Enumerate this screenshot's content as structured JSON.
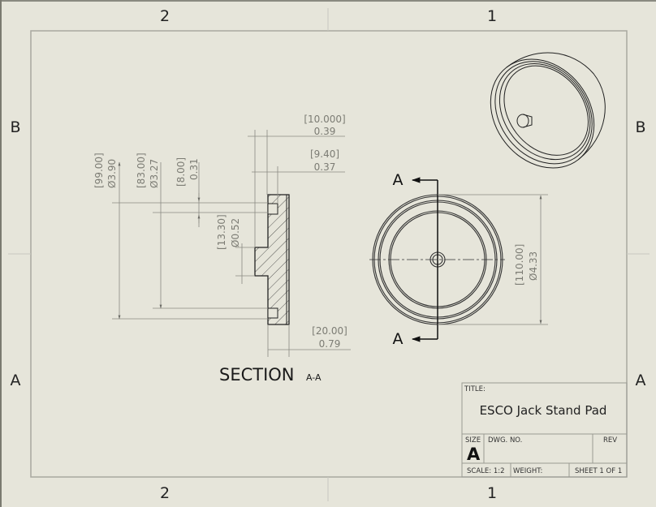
{
  "sheet": {
    "background": "#e6e5da",
    "zones": {
      "columns_top": [
        "2",
        "1"
      ],
      "columns_bottom": [
        "2",
        "1"
      ],
      "rows_left": [
        "B",
        "A"
      ],
      "rows_right": [
        "B",
        "A"
      ]
    }
  },
  "section_view": {
    "label": "SECTION",
    "sublabel": "A-A",
    "dimensions": {
      "d99": {
        "mm": "[99.00]",
        "inch": "Ø3.90"
      },
      "d83": {
        "mm": "[83.00]",
        "inch": "Ø3.27"
      },
      "d8": {
        "mm": "[8.00]",
        "inch": "0.31"
      },
      "d13": {
        "mm": "[13.30]",
        "inch": "Ø0.52"
      },
      "d10": {
        "mm": "[10.000]",
        "inch": "0.39"
      },
      "d9": {
        "mm": "[9.40]",
        "inch": "0.37"
      },
      "d20": {
        "mm": "[20.00]",
        "inch": "0.79"
      }
    }
  },
  "front_view": {
    "cut_letter_top": "A",
    "cut_letter_bottom": "A",
    "dimension": {
      "mm": "[110.00]",
      "inch": "Ø4.33"
    }
  },
  "isometric_view": {
    "description": "isometric view of jack stand pad"
  },
  "title_block": {
    "title_label": "TITLE:",
    "title": "ESCO Jack Stand Pad",
    "size_label": "SIZE",
    "size_value": "A",
    "dwg_no_label": "DWG.  NO.",
    "rev_label": "REV",
    "scale": "SCALE: 1:2",
    "weight": "WEIGHT:",
    "sheet": "SHEET 1 OF 1"
  }
}
